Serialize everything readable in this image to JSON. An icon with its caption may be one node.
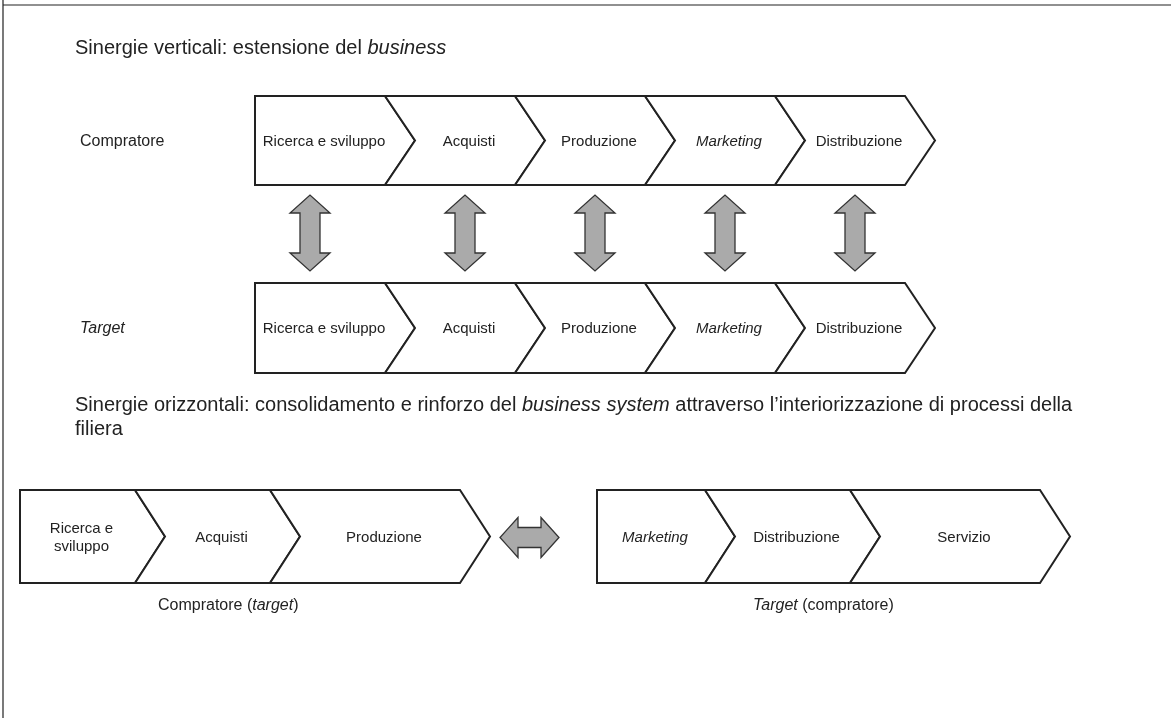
{
  "diagram": {
    "nodes": [
      {
        "text": [
          "Ricerca e sviluppo"
        ]
      },
      {
        "text": [
          "Acquisti"
        ]
      },
      {
        "text": [
          "Produzione"
        ]
      },
      {
        "text": [
          "*Marketing*"
        ]
      },
      {
        "text": [
          "Distribuzione"
        ]
      },
      {
        "text": [
          "Ricerca e sviluppo"
        ]
      },
      {
        "text": [
          "Acquisti"
        ]
      },
      {
        "text": [
          "Produzione"
        ]
      },
      {
        "text": [
          "*Marketing*"
        ]
      },
      {
        "text": [
          "Distribuzione"
        ]
      },
      {
        "text": [
          "Ricerca e sviluppo"
        ]
      },
      {
        "text": [
          "Acquisti"
        ]
      },
      {
        "text": [
          "Produzione"
        ]
      },
      {
        "text": [
          "*Marketing*"
        ]
      },
      {
        "text": [
          "Distribuzione"
        ]
      },
      {
        "text": [
          "Servizio"
        ]
      }
    ],
    "edges": [
      {
        "from": 0,
        "to": 5,
        "arrow": "both"
      },
      {
        "from": 1,
        "to": 6,
        "arrow": "both"
      },
      {
        "from": 2,
        "to": 7,
        "arrow": "both"
      },
      {
        "from": 3,
        "to": 8,
        "arrow": "both"
      },
      {
        "from": 4,
        "to": 9,
        "arrow": "both"
      },
      {
        "from": 12,
        "to": 13,
        "arrow": "both"
      }
    ],
    "labels": [
      "Sinergie verticali: estensione del *business*",
      "Compratore",
      "*Target*",
      "Sinergie orizzontali: consolidamento e rinforzo del *business system* attraverso l’interiorizzazione di processi della filiera",
      "Compratore (*target*)",
      "*Target* (compratore)"
    ]
  }
}
